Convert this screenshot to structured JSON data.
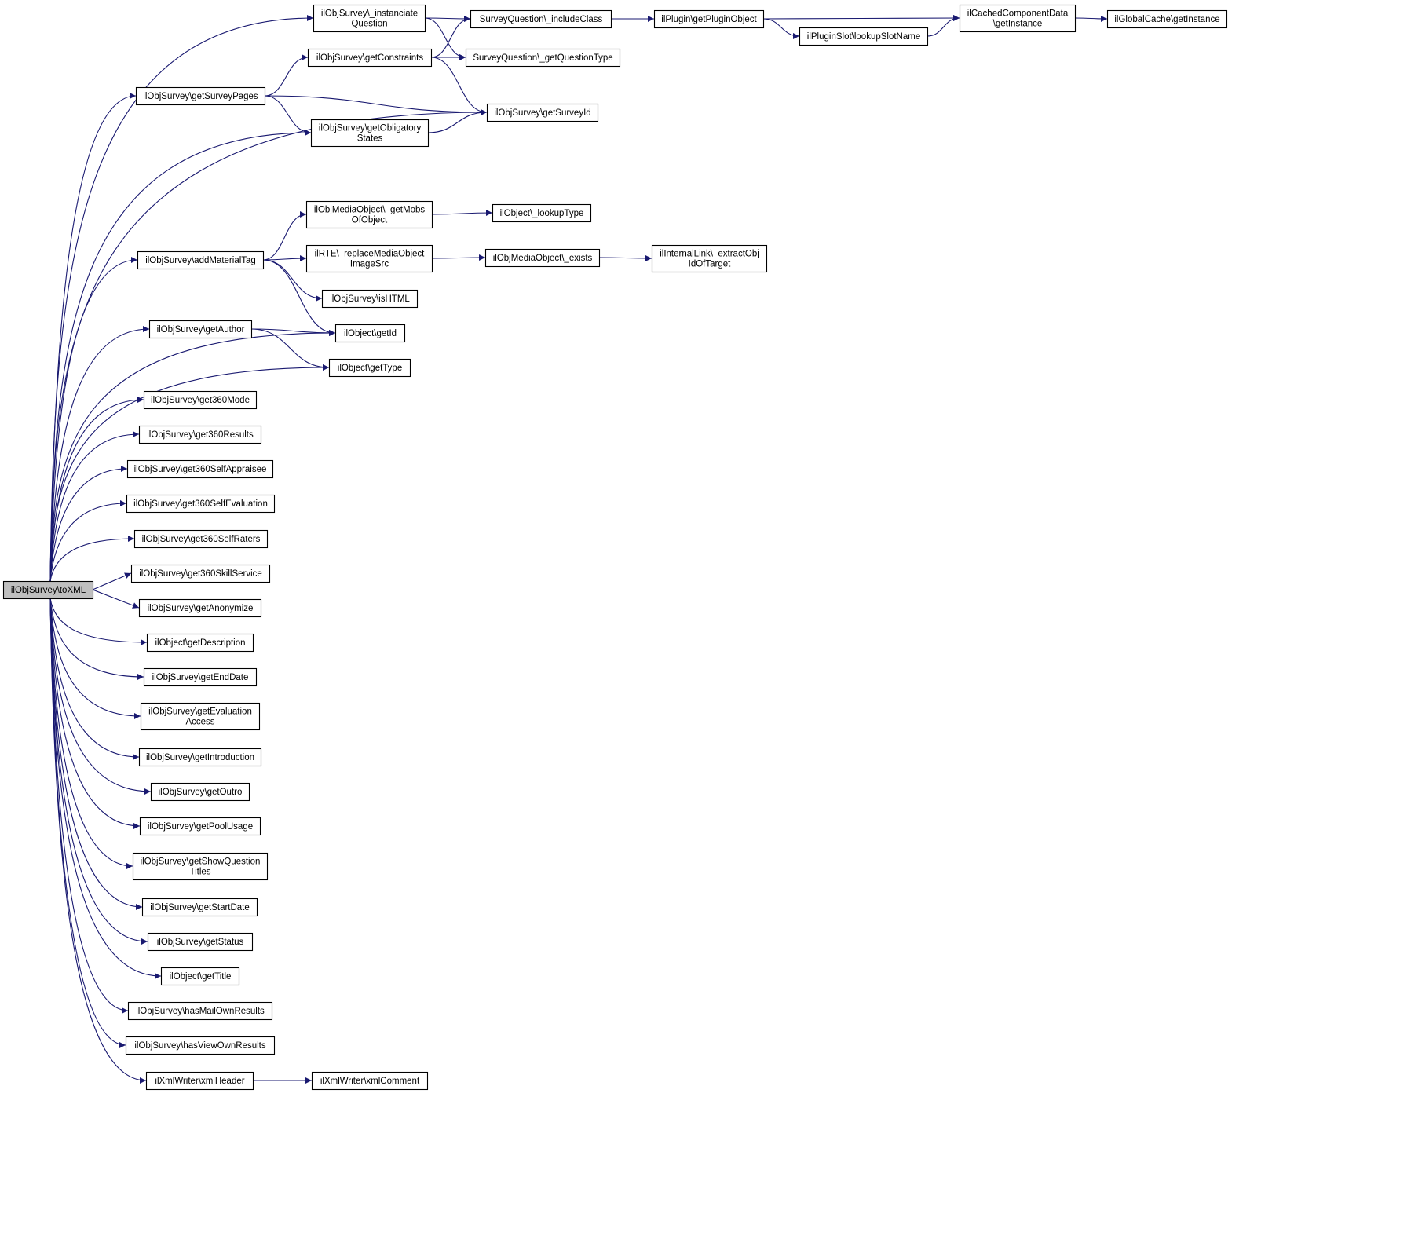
{
  "graph": {
    "root": "tox",
    "edge_color": "#191970",
    "root_fill": "#bfbfbf",
    "nodes": [
      {
        "id": "tox",
        "lines": [
          "ilObjSurvey\\toXML"
        ]
      },
      {
        "id": "inst",
        "lines": [
          "ilObjSurvey\\_instanciate",
          "Question"
        ]
      },
      {
        "id": "incl",
        "lines": [
          "SurveyQuestion\\_includeClass"
        ]
      },
      {
        "id": "plug",
        "lines": [
          "ilPlugin\\getPluginObject"
        ]
      },
      {
        "id": "ccd",
        "lines": [
          "ilCachedComponentData",
          "\\getInstance"
        ]
      },
      {
        "id": "gc",
        "lines": [
          "ilGlobalCache\\getInstance"
        ]
      },
      {
        "id": "slot",
        "lines": [
          "ilPluginSlot\\lookupSlotName"
        ]
      },
      {
        "id": "cons",
        "lines": [
          "ilObjSurvey\\getConstraints"
        ]
      },
      {
        "id": "qtype",
        "lines": [
          "SurveyQuestion\\_getQuestionType"
        ]
      },
      {
        "id": "pages",
        "lines": [
          "ilObjSurvey\\getSurveyPages"
        ]
      },
      {
        "id": "sid",
        "lines": [
          "ilObjSurvey\\getSurveyId"
        ]
      },
      {
        "id": "obl",
        "lines": [
          "ilObjSurvey\\getObligatory",
          "States"
        ]
      },
      {
        "id": "mobs",
        "lines": [
          "ilObjMediaObject\\_getMobs",
          "OfObject"
        ]
      },
      {
        "id": "ltype",
        "lines": [
          "ilObject\\_lookupType"
        ]
      },
      {
        "id": "amt",
        "lines": [
          "ilObjSurvey\\addMaterialTag"
        ]
      },
      {
        "id": "rte",
        "lines": [
          "ilRTE\\_replaceMediaObject",
          "ImageSrc"
        ]
      },
      {
        "id": "mexists",
        "lines": [
          "ilObjMediaObject\\_exists"
        ]
      },
      {
        "id": "ilink",
        "lines": [
          "ilInternalLink\\_extractObj",
          "IdOfTarget"
        ]
      },
      {
        "id": "ishtml",
        "lines": [
          "ilObjSurvey\\isHTML"
        ]
      },
      {
        "id": "getid",
        "lines": [
          "ilObject\\getId"
        ]
      },
      {
        "id": "auth",
        "lines": [
          "ilObjSurvey\\getAuthor"
        ]
      },
      {
        "id": "gtype",
        "lines": [
          "ilObject\\getType"
        ]
      },
      {
        "id": "m360",
        "lines": [
          "ilObjSurvey\\get360Mode"
        ]
      },
      {
        "id": "r360",
        "lines": [
          "ilObjSurvey\\get360Results"
        ]
      },
      {
        "id": "sa360",
        "lines": [
          "ilObjSurvey\\get360SelfAppraisee"
        ]
      },
      {
        "id": "se360",
        "lines": [
          "ilObjSurvey\\get360SelfEvaluation"
        ]
      },
      {
        "id": "sr360",
        "lines": [
          "ilObjSurvey\\get360SelfRaters"
        ]
      },
      {
        "id": "ss360",
        "lines": [
          "ilObjSurvey\\get360SkillService"
        ]
      },
      {
        "id": "anon",
        "lines": [
          "ilObjSurvey\\getAnonymize"
        ]
      },
      {
        "id": "desc",
        "lines": [
          "ilObject\\getDescription"
        ]
      },
      {
        "id": "endd",
        "lines": [
          "ilObjSurvey\\getEndDate"
        ]
      },
      {
        "id": "eval",
        "lines": [
          "ilObjSurvey\\getEvaluation",
          "Access"
        ]
      },
      {
        "id": "intro",
        "lines": [
          "ilObjSurvey\\getIntroduction"
        ]
      },
      {
        "id": "outro",
        "lines": [
          "ilObjSurvey\\getOutro"
        ]
      },
      {
        "id": "pool",
        "lines": [
          "ilObjSurvey\\getPoolUsage"
        ]
      },
      {
        "id": "sqt",
        "lines": [
          "ilObjSurvey\\getShowQuestion",
          "Titles"
        ]
      },
      {
        "id": "startd",
        "lines": [
          "ilObjSurvey\\getStartDate"
        ]
      },
      {
        "id": "status",
        "lines": [
          "ilObjSurvey\\getStatus"
        ]
      },
      {
        "id": "title",
        "lines": [
          "ilObject\\getTitle"
        ]
      },
      {
        "id": "mailown",
        "lines": [
          "ilObjSurvey\\hasMailOwnResults"
        ]
      },
      {
        "id": "viewown",
        "lines": [
          "ilObjSurvey\\hasViewOwnResults"
        ]
      },
      {
        "id": "xmlh",
        "lines": [
          "ilXmlWriter\\xmlHeader"
        ]
      },
      {
        "id": "xmlc",
        "lines": [
          "ilXmlWriter\\xmlComment"
        ]
      }
    ],
    "edges": [
      [
        "tox",
        "inst"
      ],
      [
        "tox",
        "pages"
      ],
      [
        "tox",
        "obl"
      ],
      [
        "tox",
        "sid"
      ],
      [
        "tox",
        "amt"
      ],
      [
        "tox",
        "getid"
      ],
      [
        "tox",
        "auth"
      ],
      [
        "tox",
        "gtype"
      ],
      [
        "tox",
        "m360"
      ],
      [
        "tox",
        "r360"
      ],
      [
        "tox",
        "sa360"
      ],
      [
        "tox",
        "se360"
      ],
      [
        "tox",
        "sr360"
      ],
      [
        "tox",
        "ss360"
      ],
      [
        "tox",
        "anon"
      ],
      [
        "tox",
        "desc"
      ],
      [
        "tox",
        "endd"
      ],
      [
        "tox",
        "eval"
      ],
      [
        "tox",
        "intro"
      ],
      [
        "tox",
        "outro"
      ],
      [
        "tox",
        "pool"
      ],
      [
        "tox",
        "sqt"
      ],
      [
        "tox",
        "startd"
      ],
      [
        "tox",
        "status"
      ],
      [
        "tox",
        "title"
      ],
      [
        "tox",
        "mailown"
      ],
      [
        "tox",
        "viewown"
      ],
      [
        "tox",
        "xmlh"
      ],
      [
        "inst",
        "incl"
      ],
      [
        "inst",
        "qtype"
      ],
      [
        "incl",
        "plug"
      ],
      [
        "plug",
        "ccd"
      ],
      [
        "plug",
        "slot"
      ],
      [
        "slot",
        "ccd"
      ],
      [
        "ccd",
        "gc"
      ],
      [
        "cons",
        "incl"
      ],
      [
        "cons",
        "qtype"
      ],
      [
        "cons",
        "sid"
      ],
      [
        "pages",
        "cons"
      ],
      [
        "pages",
        "sid"
      ],
      [
        "pages",
        "obl"
      ],
      [
        "obl",
        "sid"
      ],
      [
        "amt",
        "mobs"
      ],
      [
        "amt",
        "rte"
      ],
      [
        "amt",
        "ishtml"
      ],
      [
        "amt",
        "getid"
      ],
      [
        "mobs",
        "ltype"
      ],
      [
        "rte",
        "mexists"
      ],
      [
        "mexists",
        "ilink"
      ],
      [
        "auth",
        "getid"
      ],
      [
        "auth",
        "gtype"
      ],
      [
        "xmlh",
        "xmlc"
      ]
    ]
  }
}
